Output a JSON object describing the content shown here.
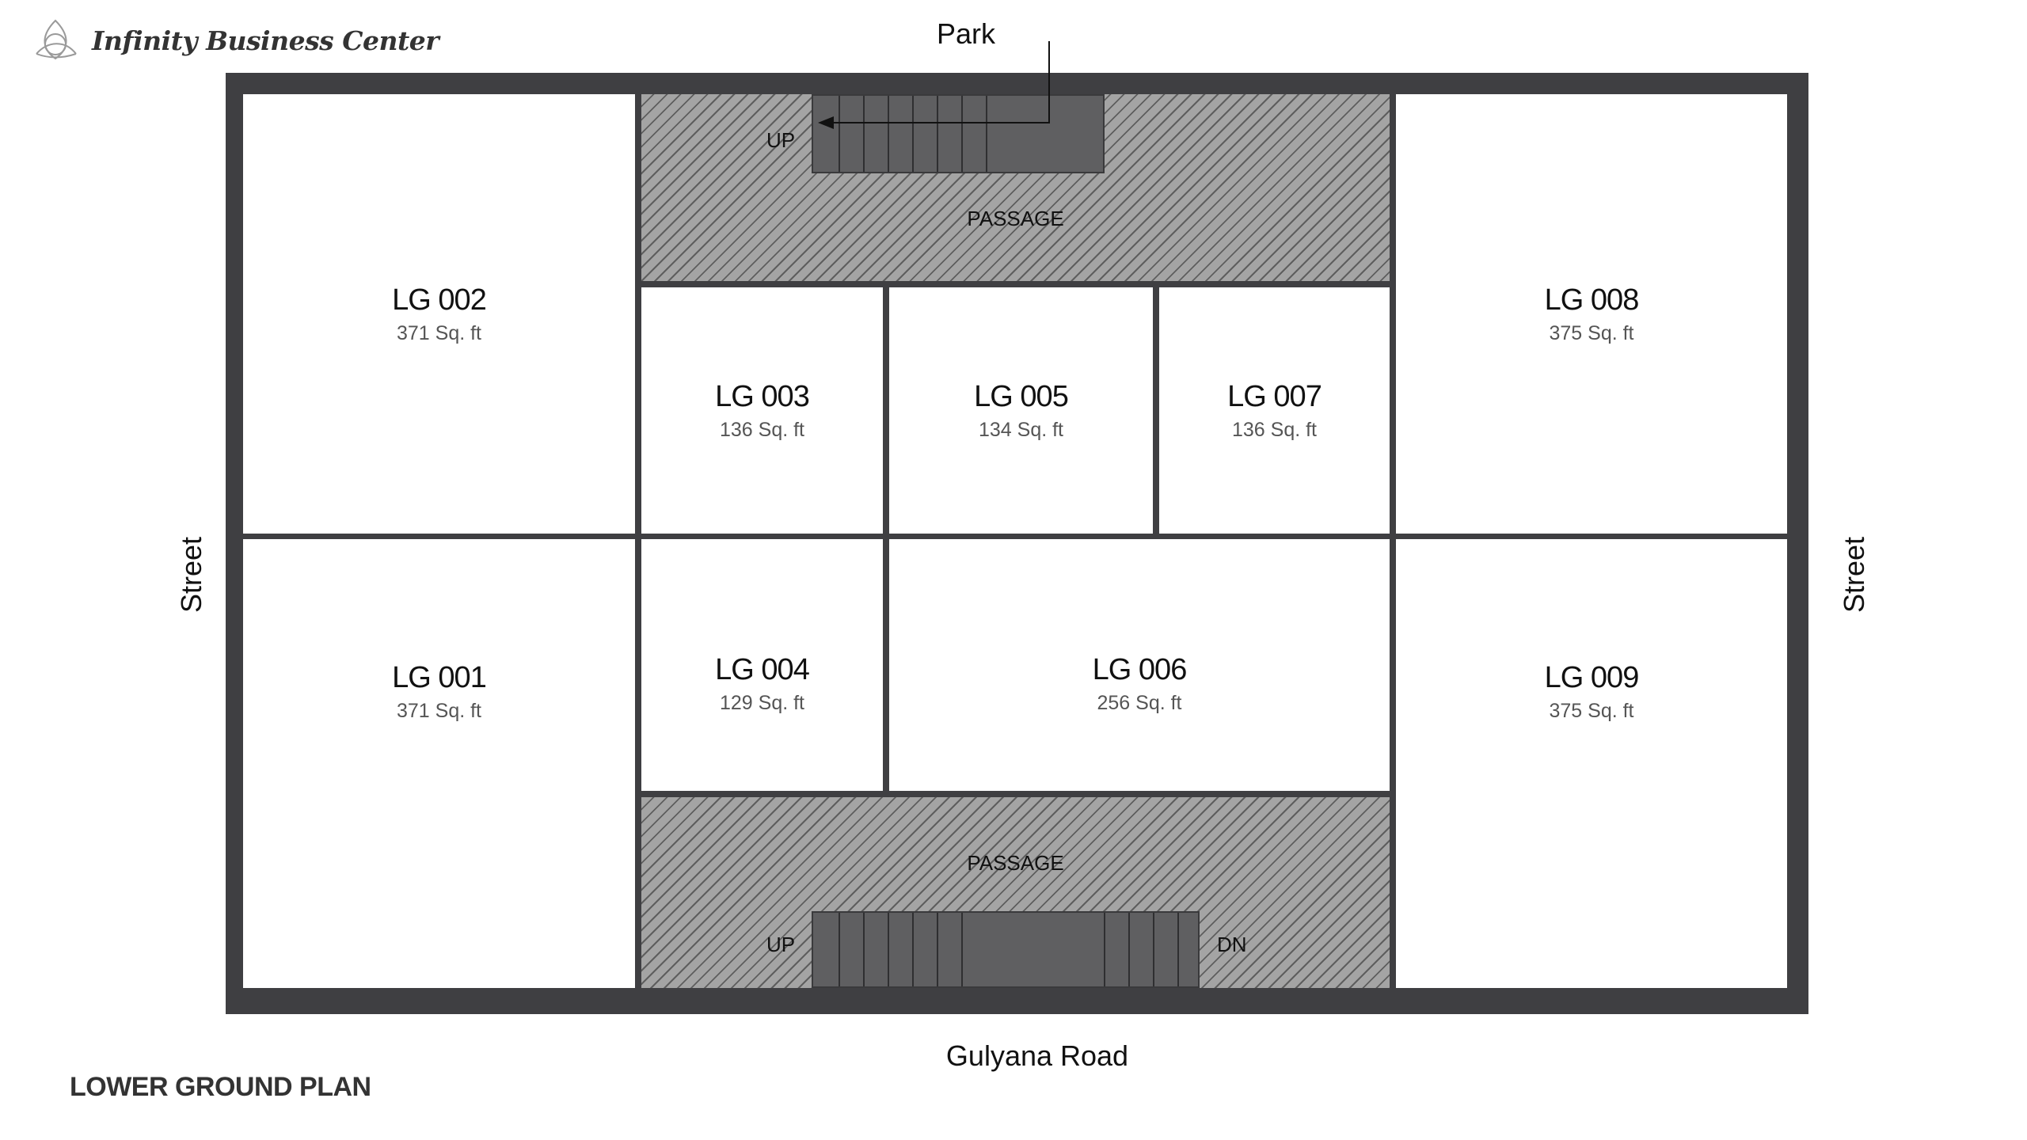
{
  "brand": {
    "name": "Infinity Business Center",
    "logo_icon": "triquetra-logo-icon"
  },
  "plan_title": "LOWER GROUND PLAN",
  "surroundings": {
    "north": "Park",
    "south": "Gulyana Road",
    "west": "Street",
    "east": "Street"
  },
  "units": [
    {
      "id": "LG 001",
      "area": "371 Sq. ft"
    },
    {
      "id": "LG 002",
      "area": "371 Sq. ft"
    },
    {
      "id": "LG 003",
      "area": "136 Sq. ft"
    },
    {
      "id": "LG 004",
      "area": "129 Sq. ft"
    },
    {
      "id": "LG 005",
      "area": "134 Sq. ft"
    },
    {
      "id": "LG 006",
      "area": "256 Sq. ft"
    },
    {
      "id": "LG 007",
      "area": "136 Sq. ft"
    },
    {
      "id": "LG 008",
      "area": "375 Sq. ft"
    },
    {
      "id": "LG 009",
      "area": "375 Sq. ft"
    }
  ],
  "passages": [
    {
      "label": "PASSAGE",
      "stairs": [
        "UP"
      ]
    },
    {
      "label": "PASSAGE",
      "stairs": [
        "UP",
        "DN"
      ]
    }
  ],
  "colors": {
    "walls": "#3f3f42",
    "passage_fill": "#a4a4a4",
    "stairs": "#5f5f61"
  }
}
